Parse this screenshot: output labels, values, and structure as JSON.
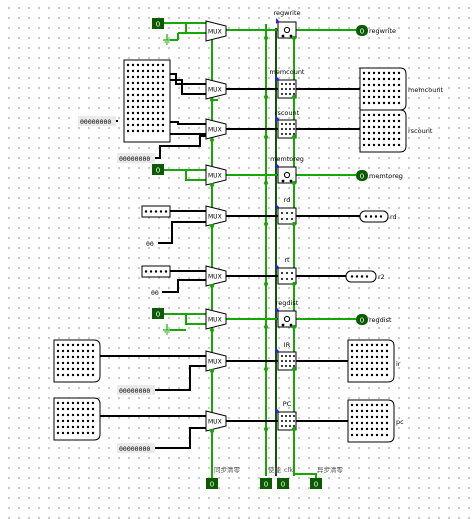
{
  "outputs": {
    "regwrite": "regwrite",
    "memcount": "memcount",
    "rscount": "rscount",
    "memtoreg": "memtoreg",
    "rd": "rd",
    "r2": "r2",
    "regdist": "regdist",
    "ir": "ir",
    "pc": "pc"
  },
  "registers": {
    "regwrite": "regwrite",
    "memcount": "memcount",
    "rscount": "rscount",
    "memtoreg": "memtoreg",
    "rd": "rd",
    "rt": "rt",
    "regdist": "regdist",
    "ir": "IR",
    "pc": "PC"
  },
  "mux_label": "MUX",
  "pin_value": "0",
  "constants": {
    "memcount": "00000000",
    "rscount": "00000000",
    "rd": "00",
    "rt": "00",
    "ir": "00000000",
    "pc": "00000000"
  },
  "control": {
    "sync_clear": "同步清零",
    "enable": "使能",
    "clk": "clk",
    "async_clear": "异步清零"
  },
  "colors": {
    "wire_active": "#14a800",
    "wire_dark": "#0c5a00",
    "pin_fill": "#0c5a00",
    "wire_bus": "#000000"
  }
}
